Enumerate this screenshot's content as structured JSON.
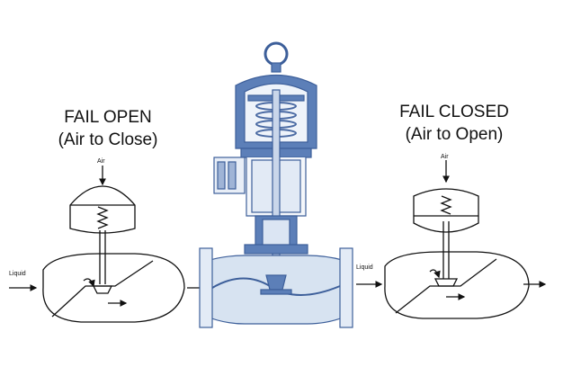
{
  "left": {
    "title": "FAIL OPEN",
    "subtitle": "(Air to Close)",
    "air_label": "Air",
    "liquid_label": "Liquid"
  },
  "right": {
    "title": "FAIL CLOSED",
    "subtitle": "(Air to Open)",
    "air_label": "Air",
    "liquid_label": "Liquid"
  },
  "colors": {
    "line": "#111111",
    "valve_body": "#d7e3f1",
    "valve_actuator": "#5c7fb8",
    "valve_outline": "#3d5f9a"
  }
}
